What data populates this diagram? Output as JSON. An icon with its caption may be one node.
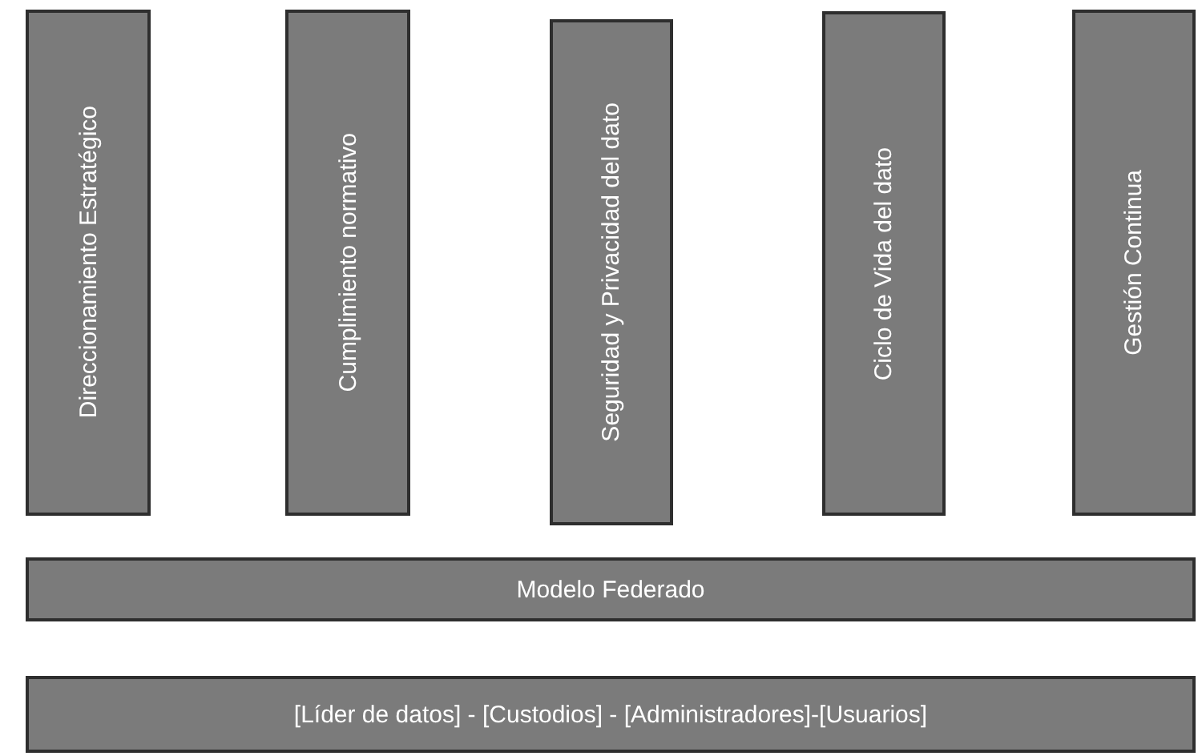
{
  "diagram": {
    "nodes": [
      {
        "text": [
          "Direccionamiento Estratégico"
        ]
      },
      {
        "text": [
          "Cumplimiento normativo"
        ]
      },
      {
        "text": [
          "Seguridad y Privacidad del dato"
        ]
      },
      {
        "text": [
          "Ciclo de Vida del dato"
        ]
      },
      {
        "text": [
          "Gestión Continua"
        ]
      },
      {
        "text": [
          "Modelo Federado"
        ]
      },
      {
        "text": [
          "[Líder de datos] - [Custodios] - [Administradores]-[Usuarios]"
        ]
      }
    ]
  }
}
